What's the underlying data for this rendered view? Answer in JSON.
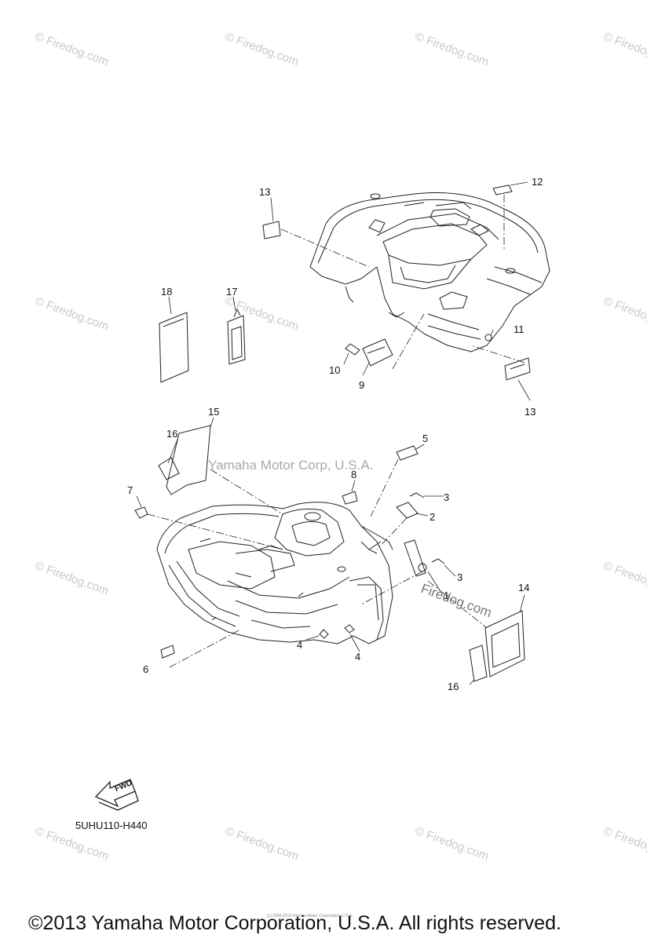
{
  "watermark_text": "© Firedog.com",
  "center_watermark": "Yamaha Motor Corp, U.S.A.",
  "dog_watermark": "Firedog.com",
  "diagram_code": "5UHU110-H440",
  "fwd_label": "FWD",
  "copyright": "©2013 Yamaha Motor Corporation, U.S.A. All rights reserved.",
  "small_copyright": "(c) 2000-2013 Yamaha Motor Corporation, U.S.A.",
  "callouts": {
    "c1": "1",
    "c2": "2",
    "c3a": "3",
    "c3b": "3",
    "c4a": "4",
    "c4b": "4",
    "c5": "5",
    "c6": "6",
    "c7": "7",
    "c8": "8",
    "c9": "9",
    "c10": "10",
    "c11": "11",
    "c12": "12",
    "c13a": "13",
    "c13b": "13",
    "c14": "14",
    "c15": "15",
    "c16a": "16",
    "c16b": "16",
    "c17": "17",
    "c18": "18"
  }
}
